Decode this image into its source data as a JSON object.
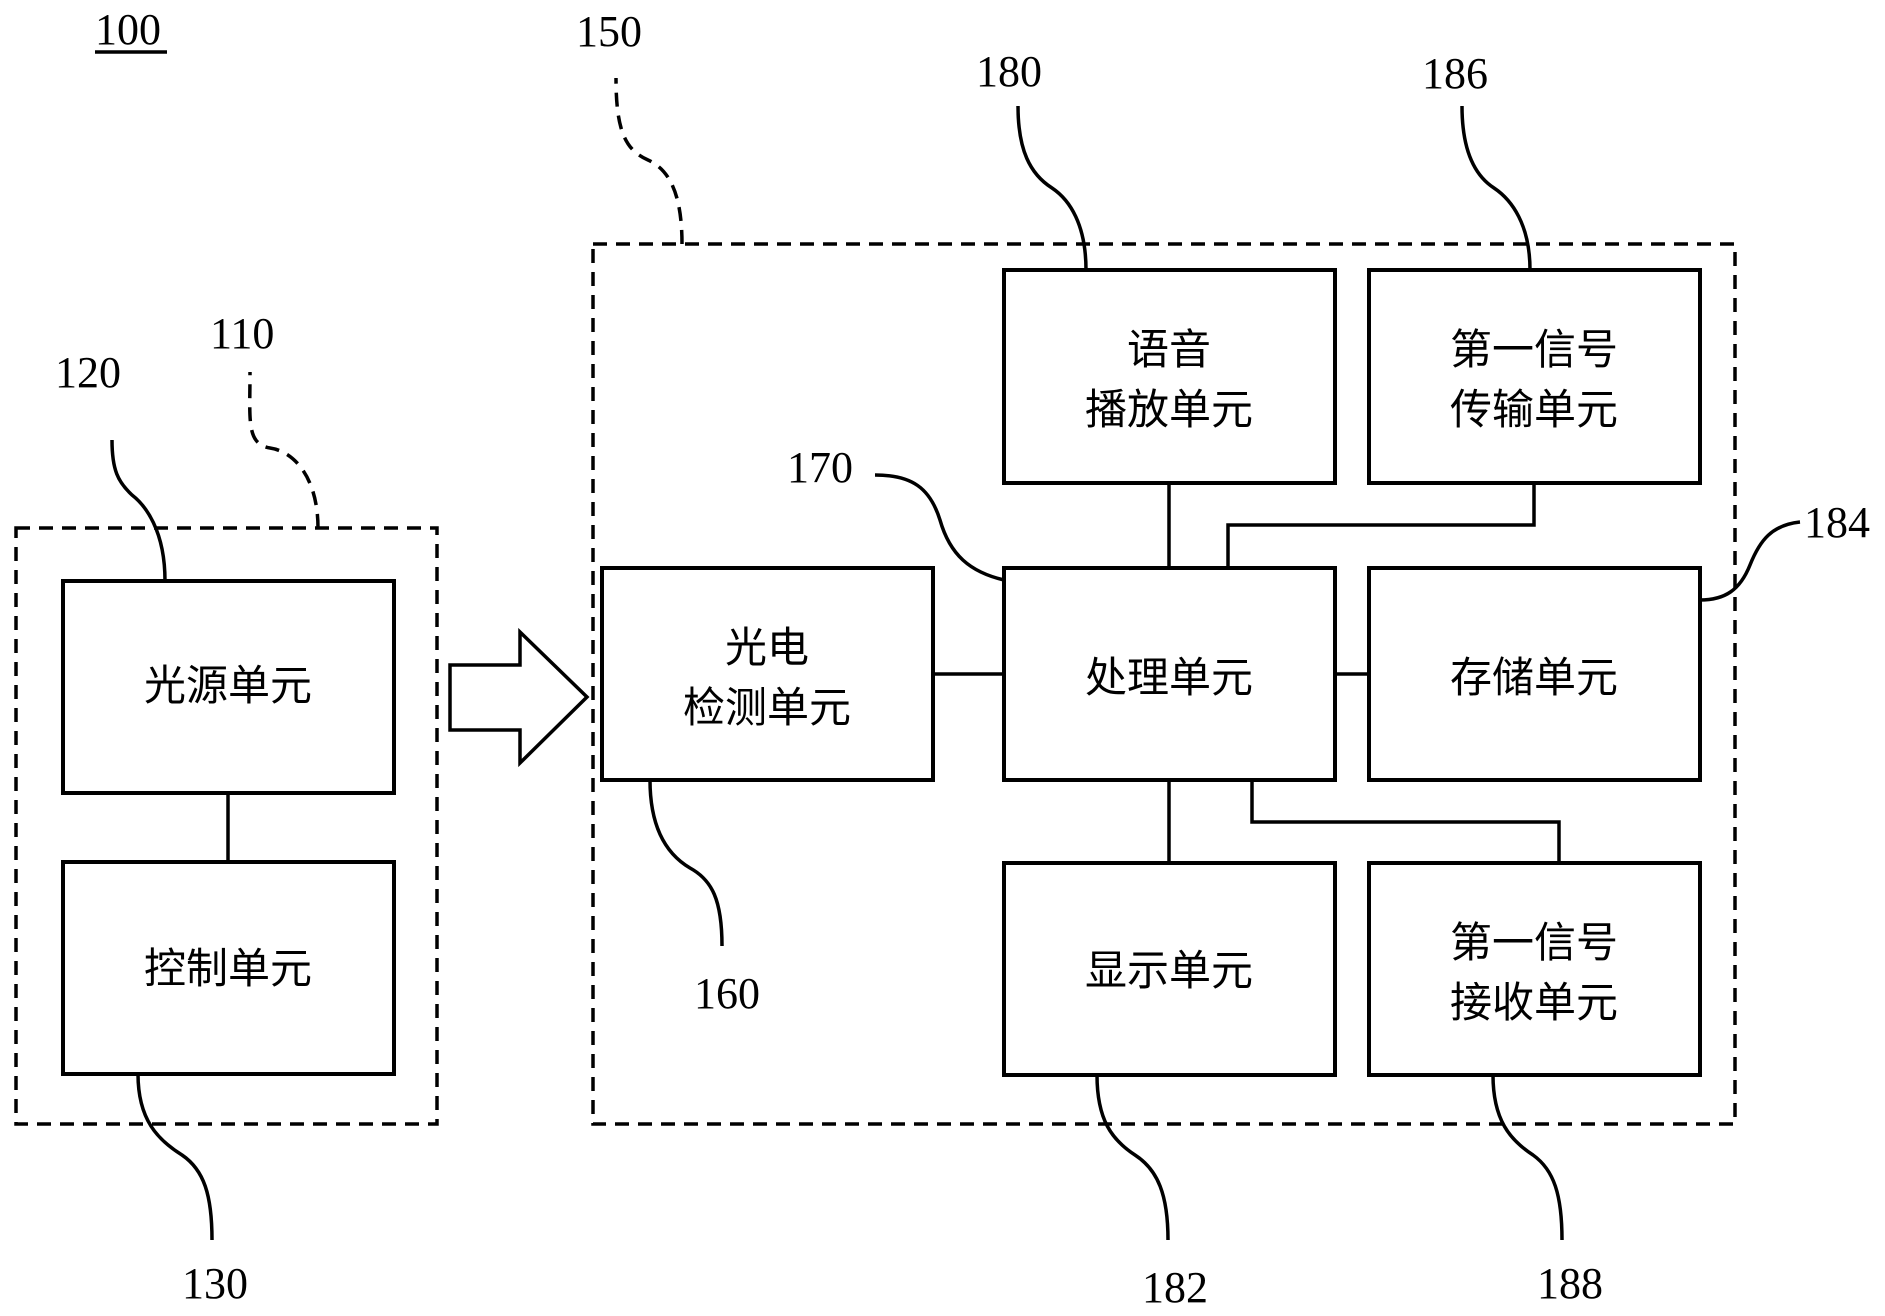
{
  "figure_ref": "100",
  "boxes": {
    "light_source": "光源单元",
    "control": "控制单元",
    "photo_line1": "光电",
    "photo_line2": "检测单元",
    "processing": "处理单元",
    "voice_line1": "语音",
    "voice_line2": "播放单元",
    "tx_line1": "第一信号",
    "tx_line2": "传输单元",
    "storage": "存储单元",
    "display": "显示单元",
    "rx_line1": "第一信号",
    "rx_line2": "接收单元"
  },
  "refs": {
    "r110": "110",
    "r120": "120",
    "r130": "130",
    "r150": "150",
    "r160": "160",
    "r170": "170",
    "r180": "180",
    "r182": "182",
    "r184": "184",
    "r186": "186",
    "r188": "188"
  }
}
